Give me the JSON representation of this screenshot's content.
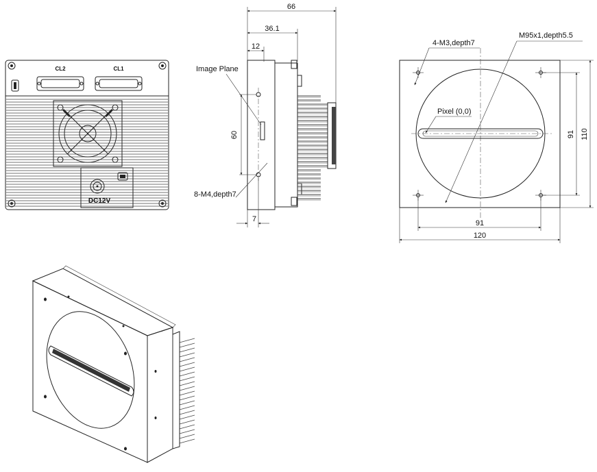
{
  "rear_view": {
    "connector_labels": [
      "CL2",
      "CL1"
    ],
    "power_label": "DC12V"
  },
  "side_view": {
    "dim_overall": "66",
    "dim_image_plane": "36.1",
    "dim_flange": "12",
    "dim_hole_spacing": "60",
    "dim_hole_offset": "7",
    "label_image_plane": "Image Plane",
    "label_holes": "8-M4,depth7"
  },
  "front_view": {
    "label_mount_holes": "4-M3,depth7",
    "label_thread": "M95x1,depth5.5",
    "label_pixel": "Pixel (0,0)",
    "dim_hole_vertical": "91",
    "dim_height": "110",
    "dim_hole_horizontal": "91",
    "dim_width": "120"
  }
}
